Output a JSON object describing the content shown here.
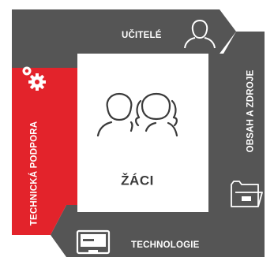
{
  "diagram": {
    "center_label": "ŽÁCI",
    "segments": [
      {
        "id": "top",
        "label": "UČITELÉ",
        "icon": "teacher-person-icon",
        "color": "#555555"
      },
      {
        "id": "right",
        "label": "OBSAH A ZDROJE",
        "icon": "folder-icon",
        "color": "#555555"
      },
      {
        "id": "bottom",
        "label": "TECHNOLOGIE",
        "icon": "computer-monitor-icon",
        "color": "#555555"
      },
      {
        "id": "left",
        "label": "TECHNICKÁ PODPORA",
        "icon": "gears-icon",
        "color": "#e3232b"
      }
    ],
    "center_icon": "students-group-icon"
  }
}
